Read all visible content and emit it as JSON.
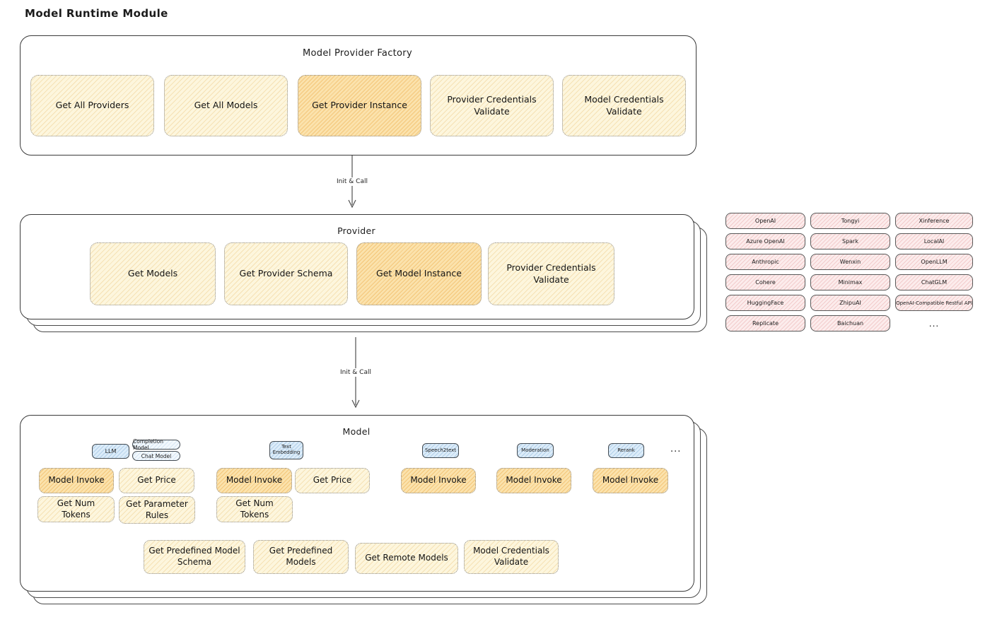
{
  "title": "Model Runtime Module",
  "connectors": {
    "label1": "Init & Call",
    "label2": "Init & Call"
  },
  "factory": {
    "title": "Model Provider Factory",
    "boxes": [
      {
        "label": "Get All Providers"
      },
      {
        "label": "Get All Models"
      },
      {
        "label": "Get Provider Instance"
      },
      {
        "label": "Provider Credentials Validate"
      },
      {
        "label": "Model Credentials Validate"
      }
    ]
  },
  "provider": {
    "title": "Provider",
    "boxes": [
      {
        "label": "Get Models"
      },
      {
        "label": "Get Provider Schema"
      },
      {
        "label": "Get Model Instance"
      },
      {
        "label": "Provider Credentials Validate"
      }
    ]
  },
  "model": {
    "title": "Model",
    "tags": {
      "llm": "LLM",
      "completion_model": "Completion Model",
      "chat_model": "Chat Model",
      "text_embedding": "Text Embedding",
      "speech2text": "Speech2text",
      "moderation": "Moderation",
      "rerank": "Rerank",
      "ellipsis": "..."
    },
    "ops": {
      "llm_model_invoke": "Model Invoke",
      "llm_get_price": "Get Price",
      "llm_get_num_tokens": "Get Num Tokens",
      "llm_get_parameter_rules": "Get Parameter Rules",
      "te_model_invoke": "Model Invoke",
      "te_get_price": "Get Price",
      "te_get_num_tokens": "Get Num Tokens",
      "s2t_model_invoke": "Model Invoke",
      "mod_model_invoke": "Model Invoke",
      "rerank_model_invoke": "Model Invoke",
      "get_predefined_model_schema": "Get Predefined Model Schema",
      "get_predefined_models": "Get Predefined Models",
      "get_remote_models": "Get Remote Models",
      "model_credentials_validate": "Model Credentials Validate"
    }
  },
  "providers_list": {
    "items": [
      "OpenAI",
      "Tongyi",
      "Xinference",
      "Azure OpenAI",
      "Spark",
      "LocalAI",
      "Anthropic",
      "Wenxin",
      "OpenLLM",
      "Cohere",
      "Minimax",
      "ChatGLM",
      "HuggingFace",
      "ZhipuAI",
      "OpenAI-Compatible Restful API",
      "Replicate",
      "Baichuan"
    ],
    "ellipsis": "..."
  },
  "colors": {
    "op_yellow": "#fdf6dd",
    "op_orange": "#fbe2ac",
    "tag_blue": "#dcecf9",
    "provider_pink": "#fcecec",
    "frame_border": "#3a3a3a"
  }
}
